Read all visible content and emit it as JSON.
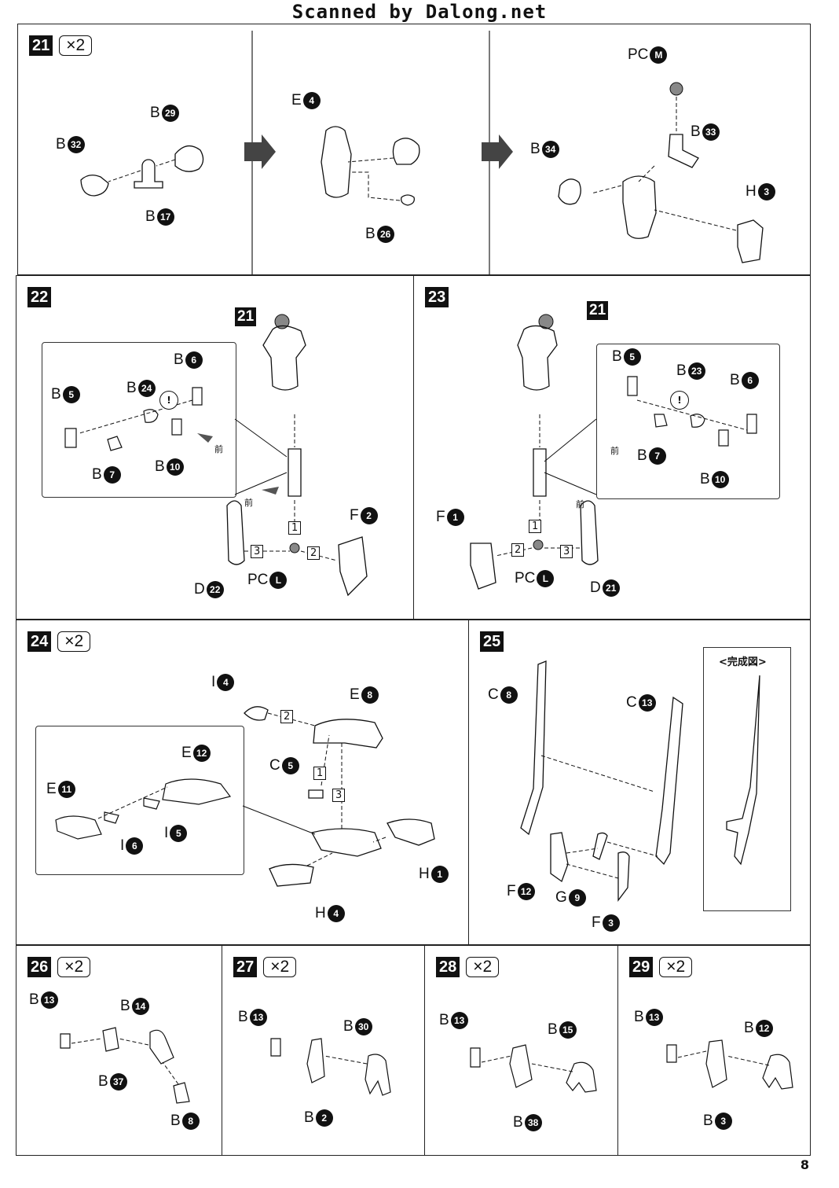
{
  "banner": "Scanned by Dalong.net",
  "page_number": "8",
  "multiplier": "×2",
  "front_kanji": "前",
  "complete_label": "<完成図>",
  "steps": {
    "s21": "21",
    "s22": "22",
    "s23": "23",
    "s24": "24",
    "s25": "25",
    "s26": "26",
    "s27": "27",
    "s28": "28",
    "s29": "29"
  },
  "parts": {
    "p21": [
      {
        "letter": "B",
        "num": "29"
      },
      {
        "letter": "B",
        "num": "32"
      },
      {
        "letter": "B",
        "num": "17"
      },
      {
        "letter": "E",
        "num": "4"
      },
      {
        "letter": "B",
        "num": "26"
      },
      {
        "letter": "PC",
        "num": "M"
      },
      {
        "letter": "B",
        "num": "33"
      },
      {
        "letter": "B",
        "num": "34"
      },
      {
        "letter": "H",
        "num": "3"
      }
    ],
    "p22": [
      {
        "letter": "B",
        "num": "6"
      },
      {
        "letter": "B",
        "num": "24"
      },
      {
        "letter": "B",
        "num": "5"
      },
      {
        "letter": "B",
        "num": "7"
      },
      {
        "letter": "B",
        "num": "10"
      },
      {
        "letter": "F",
        "num": "2"
      },
      {
        "letter": "D",
        "num": "22"
      },
      {
        "letter": "PC",
        "num": "L"
      }
    ],
    "p23": [
      {
        "letter": "B",
        "num": "5"
      },
      {
        "letter": "B",
        "num": "23"
      },
      {
        "letter": "B",
        "num": "6"
      },
      {
        "letter": "B",
        "num": "7"
      },
      {
        "letter": "B",
        "num": "10"
      },
      {
        "letter": "F",
        "num": "1"
      },
      {
        "letter": "PC",
        "num": "L"
      },
      {
        "letter": "D",
        "num": "21"
      }
    ],
    "p24": [
      {
        "letter": "I",
        "num": "4"
      },
      {
        "letter": "E",
        "num": "8"
      },
      {
        "letter": "E",
        "num": "12"
      },
      {
        "letter": "E",
        "num": "11"
      },
      {
        "letter": "C",
        "num": "5"
      },
      {
        "letter": "I",
        "num": "6"
      },
      {
        "letter": "I",
        "num": "5"
      },
      {
        "letter": "H",
        "num": "1"
      },
      {
        "letter": "H",
        "num": "4"
      }
    ],
    "p25": [
      {
        "letter": "C",
        "num": "8"
      },
      {
        "letter": "C",
        "num": "13"
      },
      {
        "letter": "F",
        "num": "12"
      },
      {
        "letter": "G",
        "num": "9"
      },
      {
        "letter": "F",
        "num": "3"
      }
    ],
    "p26": [
      {
        "letter": "B",
        "num": "13"
      },
      {
        "letter": "B",
        "num": "14"
      },
      {
        "letter": "B",
        "num": "37"
      },
      {
        "letter": "B",
        "num": "8"
      }
    ],
    "p27": [
      {
        "letter": "B",
        "num": "13"
      },
      {
        "letter": "B",
        "num": "30"
      },
      {
        "letter": "B",
        "num": "2"
      }
    ],
    "p28": [
      {
        "letter": "B",
        "num": "13"
      },
      {
        "letter": "B",
        "num": "15"
      },
      {
        "letter": "B",
        "num": "38"
      }
    ],
    "p29": [
      {
        "letter": "B",
        "num": "13"
      },
      {
        "letter": "B",
        "num": "12"
      },
      {
        "letter": "B",
        "num": "3"
      }
    ]
  },
  "order_marks": {
    "one": "1",
    "two": "2",
    "three": "3"
  },
  "badges": {
    "ref21": "21"
  },
  "caution": "!"
}
